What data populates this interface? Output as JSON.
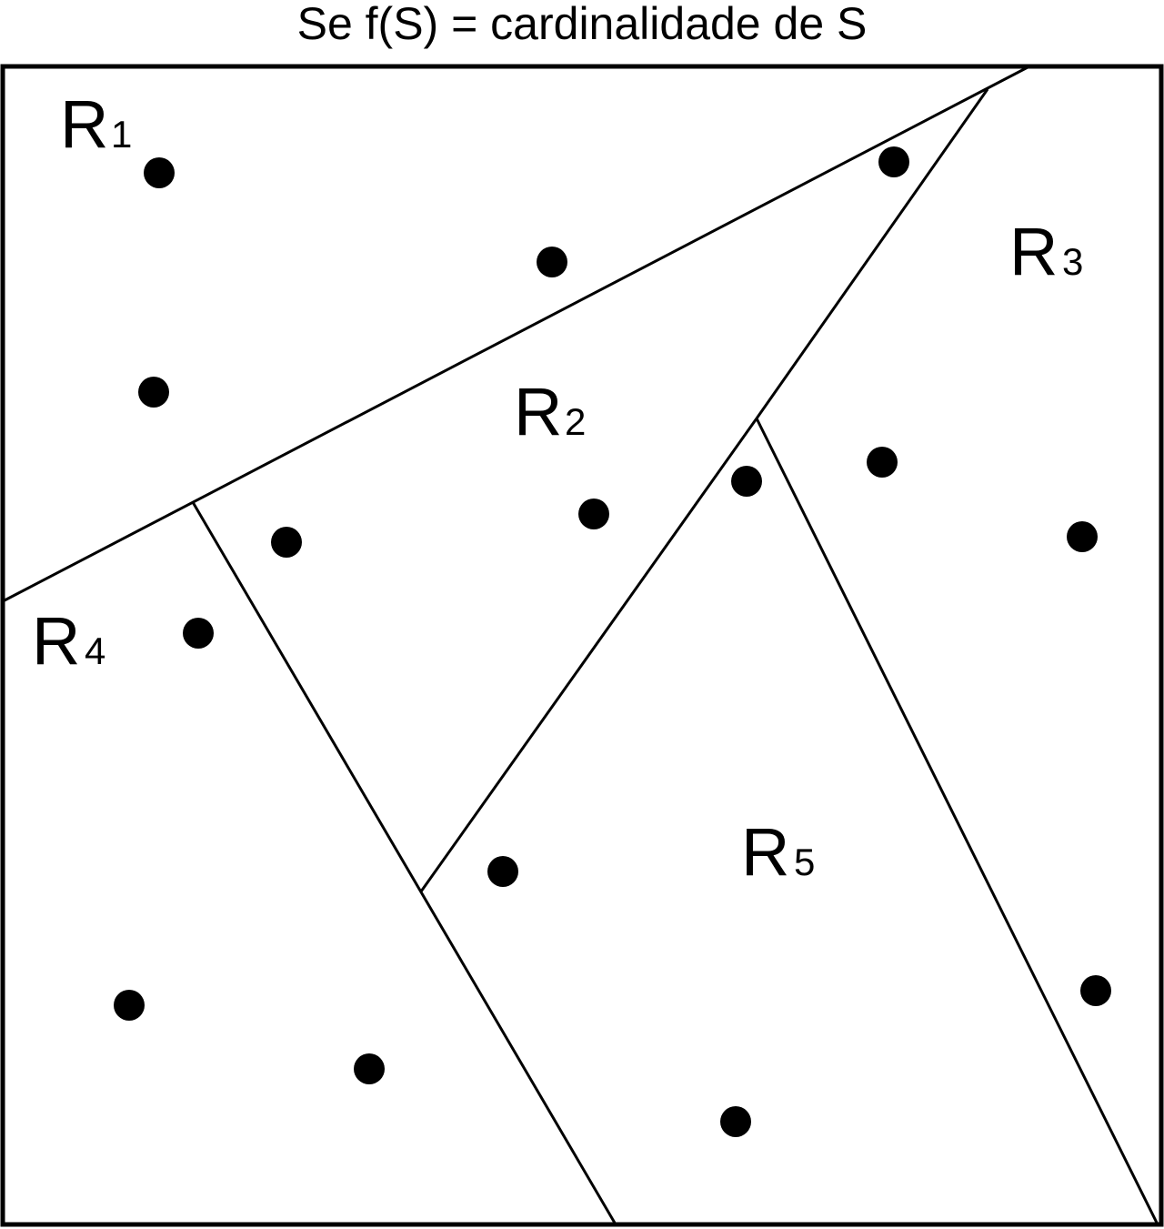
{
  "title": "Se f(S) = cardinalidade de S",
  "regions": [
    {
      "id": "R1",
      "letter": "R",
      "subscript": "1"
    },
    {
      "id": "R2",
      "letter": "R",
      "subscript": "2"
    },
    {
      "id": "R3",
      "letter": "R",
      "subscript": "3"
    },
    {
      "id": "R4",
      "letter": "R",
      "subscript": "4"
    },
    {
      "id": "R5",
      "letter": "R",
      "subscript": "5"
    }
  ],
  "colors": {
    "ink": "#000000",
    "background": "#ffffff"
  }
}
